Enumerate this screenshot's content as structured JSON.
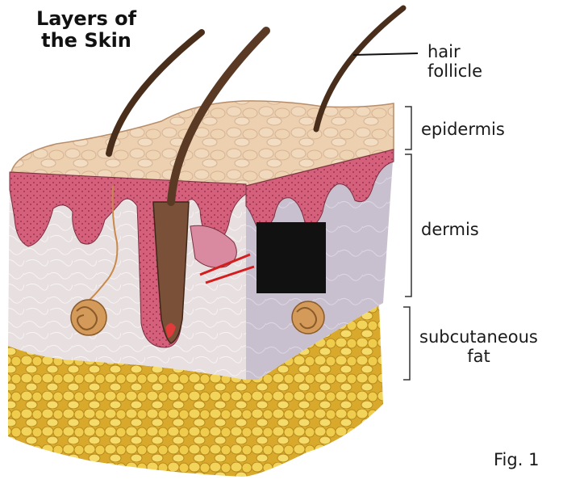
{
  "title": {
    "line1": "Layers of",
    "line2": "the Skin"
  },
  "labels": {
    "hair_follicle": {
      "line1": "hair",
      "line2": "follicle"
    },
    "epidermis": "epidermis",
    "dermis": "dermis",
    "subcutaneous_fat": {
      "line1": "subcutaneous",
      "line2": "fat"
    }
  },
  "figure_number": "Fig. 1",
  "colors": {
    "epidermis_top": "#e9c9a8",
    "dermis": "#e6dcdc",
    "papillae": "#c9516e",
    "fat": "#e2b83b",
    "hair": "#5a3a24",
    "sweat_gland": "#c88a4a",
    "blood_vessel": "#d21e1e",
    "redaction_box": "#111111"
  }
}
